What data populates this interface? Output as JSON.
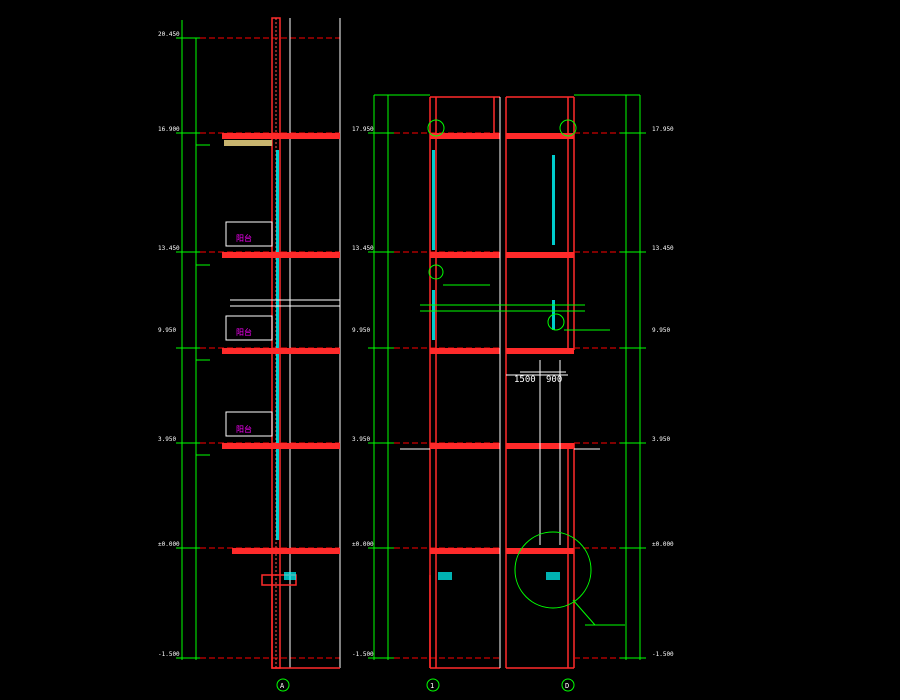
{
  "title": "",
  "colors": {
    "background": "#000000",
    "dimension": "#00ff00",
    "wall": "#ff2a2a",
    "wall_hatch": "#ff5555",
    "glass": "#00ffff",
    "grid": "#ffffff",
    "level_line": "#ff0000",
    "text_white": "#ffffff",
    "room_tag": "#ff00ff",
    "callout": "#00ff00",
    "slab_fill": "#c8b46e"
  },
  "elevation_labels": {
    "left": [
      "20.450",
      "16.900",
      "13.450",
      "9.950",
      "3.950",
      "±0.000",
      "-1.500"
    ],
    "middle": [
      "17.950",
      "13.450",
      "9.950",
      "3.950",
      "±0.000",
      "-1.500"
    ],
    "right": [
      "17.950",
      "13.450",
      "9.950",
      "3.950",
      "±0.000",
      "-1.500"
    ]
  },
  "room_tags": [
    "阳台",
    "阳台",
    "阳台"
  ],
  "dimensions": {
    "horizontal": [
      "1500",
      "900"
    ]
  },
  "axis_bubbles": [
    "A",
    "1",
    "D"
  ],
  "icons": [
    "detail-callout-icon",
    "section-cut-icon",
    "axis-bubble-icon"
  ]
}
